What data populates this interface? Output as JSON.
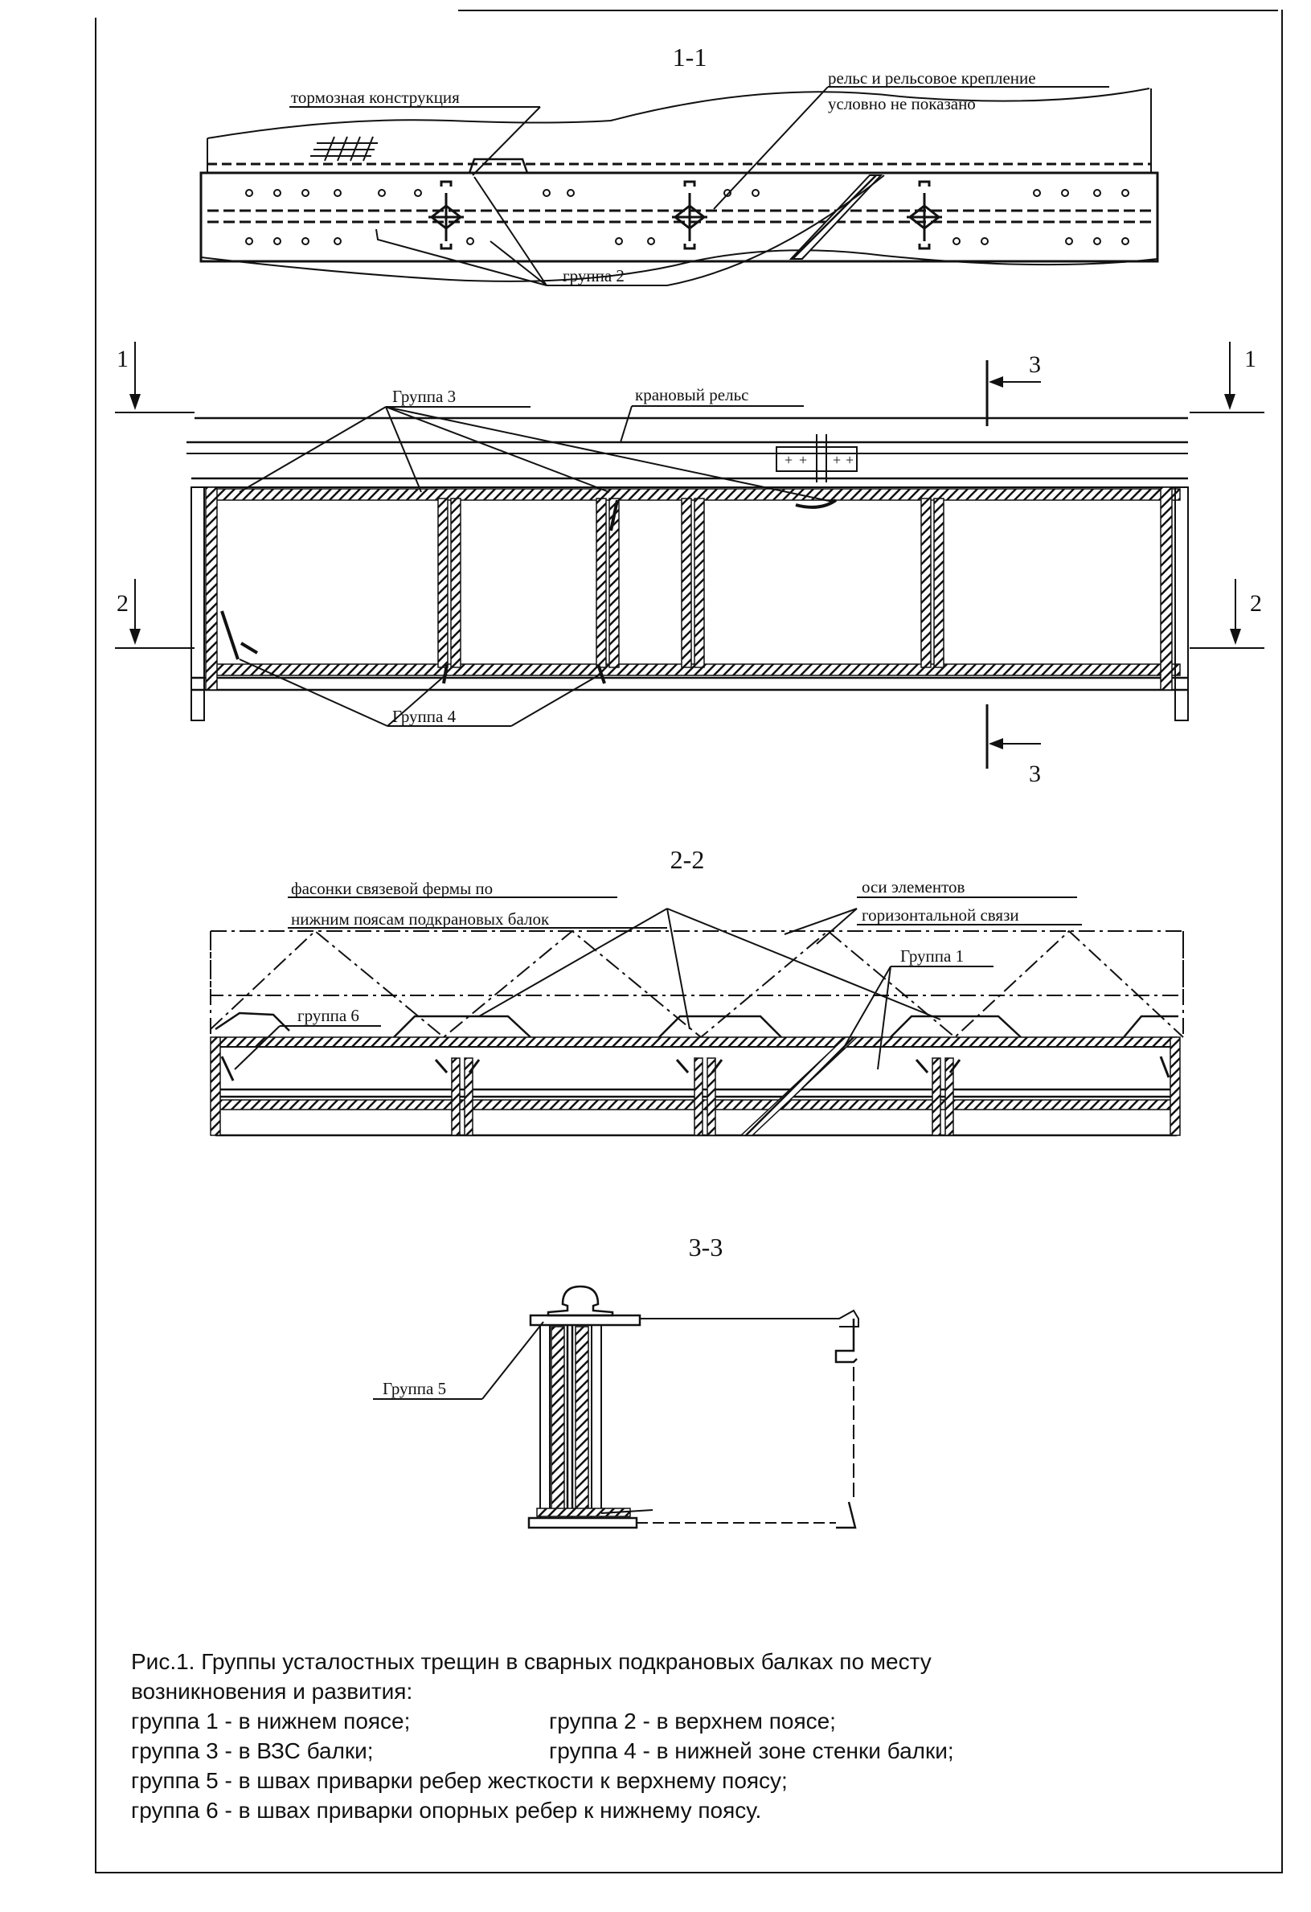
{
  "sections": {
    "s11": {
      "title": "1-1",
      "braking": "тормозная конструкция",
      "rail_line1": "рельс и рельсовое крепление",
      "rail_line2": "условно не показано",
      "group2": "группа 2"
    },
    "elevation": {
      "group3": "Группа 3",
      "crane_rail": "крановый рельс",
      "group4": "Группа 4",
      "cut1_left": "1",
      "cut1_right": "1",
      "cut2_left": "2",
      "cut2_right": "2",
      "cut3_top": "3",
      "cut3_bottom": "3"
    },
    "s22": {
      "title": "2-2",
      "gusset_line1": "фасонки связевой фермы по",
      "gusset_line2": "нижним поясам подкрановых балок",
      "axes_line1": "оси элементов",
      "axes_line2": "горизонтальной связи",
      "group1": "Группа 1",
      "group6": "группа 6"
    },
    "s33": {
      "title": "3-3",
      "group5": "Группа 5"
    }
  },
  "caption": {
    "line1": "Рис.1. Группы усталостных трещин в сварных подкрановых балках по месту",
    "line2": "возникновения и развития:",
    "g1": "группа  1 - в нижнем поясе;",
    "g2": "группа 2 - в верхнем поясе;",
    "g3": "группа 3 - в ВЗС балки;",
    "g4": "группа 4 - в нижней зоне стенки балки;",
    "g5": "группа 5 - в швах приварки ребер жесткости к верхнему поясу;",
    "g6": "группа 6 - в швах приварки опорных ребер к нижнему поясу."
  }
}
